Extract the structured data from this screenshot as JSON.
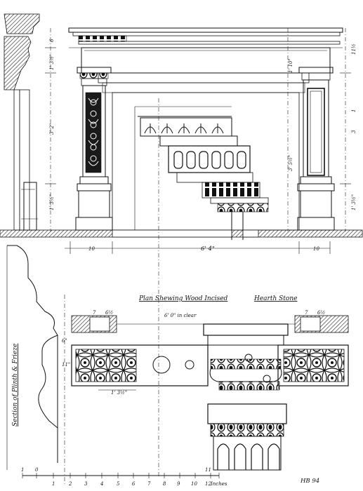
{
  "labels": {
    "plan_title": "Plan Shewing Wood Incised",
    "hearth_stone": "Hearth Stone",
    "section_title": "Section of Plinth & Frieze",
    "hearth_width": "6' 0\" in clear",
    "opening_width": "6' 4\"",
    "left_return": "10",
    "right_return": "10",
    "plinth_width": "1' 3½\"",
    "plan_depth_top": "6\"",
    "plan_depth_mid": "11\"",
    "height_cornice_left": "6",
    "height_frieze_left": "1' 3½\"",
    "height_shaft_left": "3' 2\"",
    "height_base_left": "1' 3½\"",
    "height_cornice_right": "11½",
    "height_upper_right": "1",
    "height_shaft_right": "3",
    "height_base_right": "1' 3½\"",
    "height_opening": "3' 5½\"",
    "height_frieze_mid": "1' 10\"",
    "plan_dim_left": "7",
    "plan_dim_left2": "6½",
    "plan_dim_right": "7",
    "plan_dim_right2": "6½",
    "scale_unit": "Inches",
    "scale_numbers": [
      "1",
      "0",
      "1",
      "2",
      "3",
      "4",
      "5",
      "6",
      "7",
      "8",
      "9",
      "10",
      "11",
      "12"
    ],
    "signature": "HB 94"
  },
  "colors": {
    "ink": "#111111",
    "paper": "#ffffff"
  }
}
